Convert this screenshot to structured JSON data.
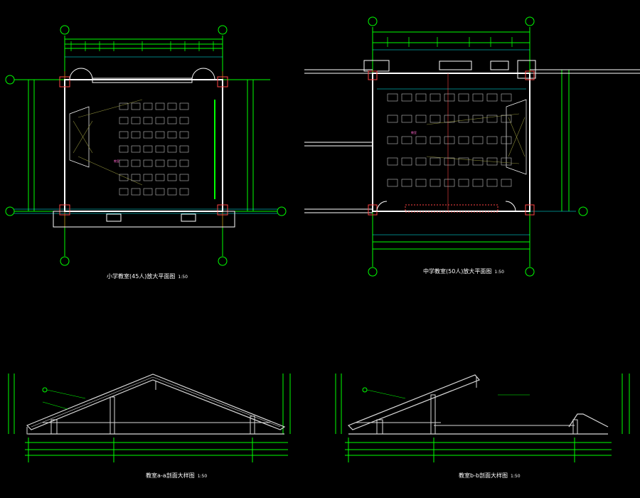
{
  "colors": {
    "background": "#000000",
    "wall": "#ffffff",
    "dimension": "#00ff00",
    "dimension_alt": "#00ffff",
    "axis": "#ff0000",
    "furniture": "#c0c0c0",
    "annotation": "#ff66cc",
    "hatch": "#ff4444",
    "roof": "#d9d9d9"
  },
  "drawings": [
    {
      "id": "plan-1",
      "title": "小学教室(45人)放大平面图",
      "scale": "1:50"
    },
    {
      "id": "plan-2",
      "title": "中学教室(50人)放大平面图",
      "scale": "1:50"
    },
    {
      "id": "section-1",
      "title": "教室a-a剖面大样图",
      "scale": "1:50"
    },
    {
      "id": "section-2",
      "title": "教室b-b剖面大样图",
      "scale": "1:50"
    }
  ]
}
